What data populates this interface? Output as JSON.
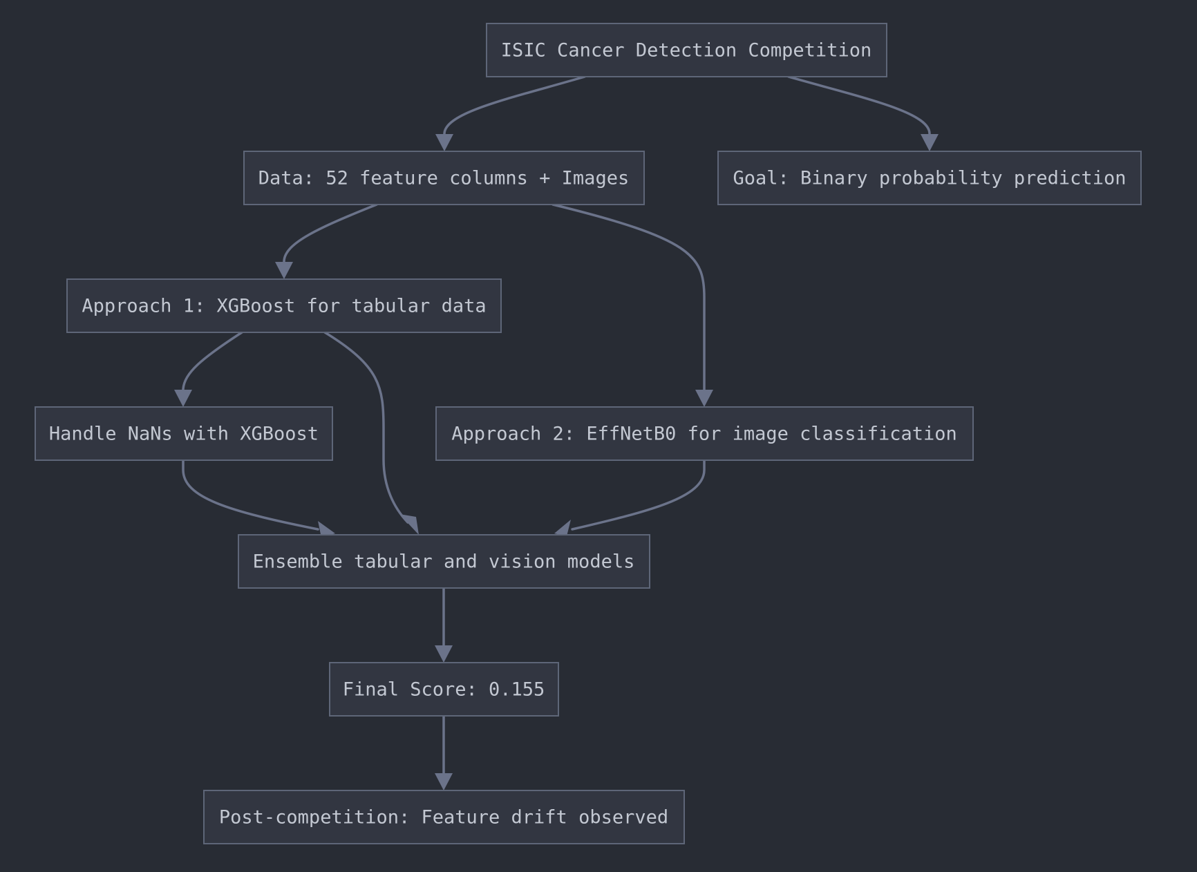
{
  "diagram": {
    "nodes": {
      "isic": "ISIC Cancer Detection Competition",
      "data": "Data: 52 feature columns + Images",
      "goal": "Goal: Binary probability prediction",
      "approach1": "Approach 1: XGBoost for tabular data",
      "nans": "Handle NaNs with XGBoost",
      "approach2": "Approach 2: EffNetB0 for image classification",
      "ensemble": "Ensemble tabular and vision models",
      "score": "Final Score: 0.155",
      "post": "Post-competition: Feature drift observed"
    },
    "edges": [
      [
        "isic",
        "data"
      ],
      [
        "isic",
        "goal"
      ],
      [
        "data",
        "approach1"
      ],
      [
        "data",
        "approach2"
      ],
      [
        "approach1",
        "nans"
      ],
      [
        "approach1",
        "ensemble"
      ],
      [
        "nans",
        "ensemble"
      ],
      [
        "approach2",
        "ensemble"
      ],
      [
        "ensemble",
        "score"
      ],
      [
        "score",
        "post"
      ]
    ]
  },
  "colors": {
    "background": "#282c34",
    "node_fill": "#323641",
    "node_border": "#5e6678",
    "edge": "#6b738a",
    "text": "#c3c8d2"
  }
}
